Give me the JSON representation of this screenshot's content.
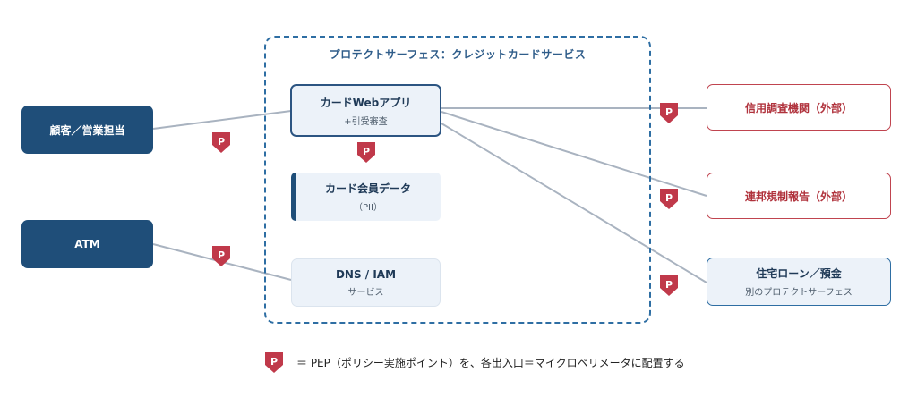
{
  "boundary": {
    "title": "プロテクトサーフェス：クレジットカードサービス"
  },
  "actors": {
    "customer": "顧客／営業担当",
    "atm": "ATM"
  },
  "services": {
    "card_web_app": {
      "title": "カードWebアプリ",
      "subtitle": "+引受審査"
    },
    "card_member_data": {
      "title": "カード会員データ",
      "subtitle": "（PII）"
    },
    "dns_iam": {
      "title": "DNS / IAM",
      "subtitle": "サービス"
    }
  },
  "external": {
    "credit_bureau": "信用調査機関（外部）",
    "regulatory": "連邦規制報告（外部）",
    "mortgage": {
      "title": "住宅ローン／預金",
      "subtitle": "別のプロテクトサーフェス"
    }
  },
  "pep": {
    "label": "P",
    "color": "#c0394a"
  },
  "legend": {
    "text": "＝ PEP（ポリシー実施ポイント）を、各出入口＝マイクロペリメータに配置する"
  },
  "colors": {
    "actor_fill": "#1f4e79",
    "boundary": "#2e6ea3",
    "external_border": "#c0444f",
    "link": "#a7b1be"
  }
}
